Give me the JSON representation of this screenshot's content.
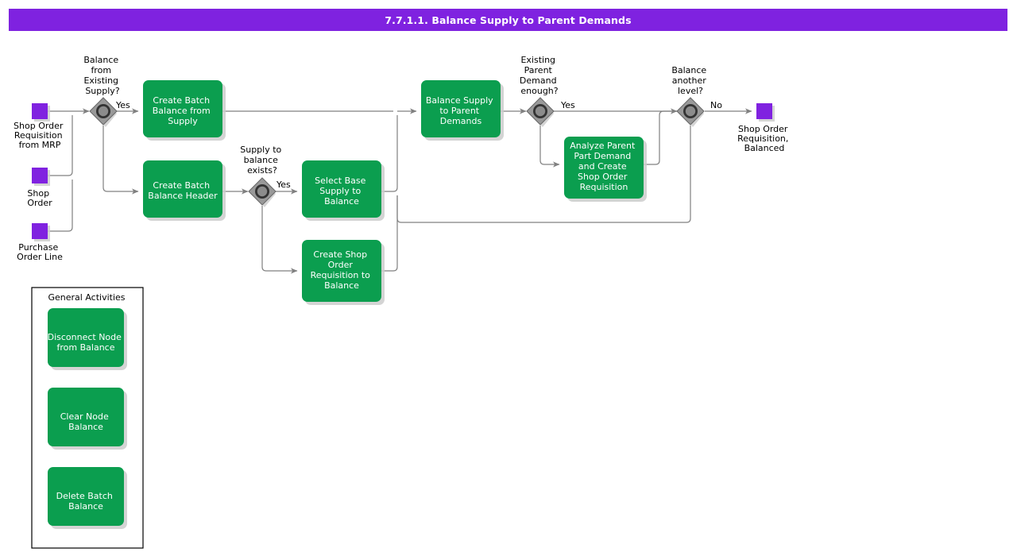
{
  "title": "7.7.1.1. Balance Supply to Parent Demands",
  "theme": {
    "title_bar_color": "#7f22e0",
    "process_color": "#0b9e4f",
    "start_node_color": "#8022e0",
    "connector_color": "#808080",
    "decision_color": "#999999",
    "text_on_process": "#ffffff",
    "label_color": "#000000"
  },
  "start_nodes": [
    {
      "id": "shop-order-requisition-from-mrp",
      "label": [
        "Shop Order",
        "Requisition",
        "from MRP"
      ]
    },
    {
      "id": "shop-order",
      "label": [
        "Shop",
        "Order"
      ]
    },
    {
      "id": "purchase-order-line",
      "label": [
        "Purchase",
        "Order Line"
      ]
    }
  ],
  "end_nodes": [
    {
      "id": "shop-order-requisition-balanced",
      "label": [
        "Shop Order",
        "Requisition,",
        "Balanced"
      ]
    }
  ],
  "decisions": [
    {
      "id": "balance-from-existing-supply",
      "label": [
        "Balance",
        "from",
        "Existing",
        "Supply?"
      ],
      "branch_label": "Yes"
    },
    {
      "id": "supply-to-balance-exists",
      "label": [
        "Supply to",
        "balance",
        "exists?"
      ],
      "branch_label": "Yes"
    },
    {
      "id": "existing-parent-demand-enough",
      "label": [
        "Existing",
        "Parent",
        "Demand",
        "enough?"
      ],
      "branch_label": "Yes"
    },
    {
      "id": "balance-another-level",
      "label": [
        "Balance",
        "another",
        "level?"
      ],
      "branch_label": "No"
    }
  ],
  "processes": [
    {
      "id": "create-batch-balance-from-supply",
      "label": [
        "Create Batch",
        "Balance from",
        "Supply"
      ]
    },
    {
      "id": "create-batch-balance-header",
      "label": [
        "Create Batch",
        "Balance Header"
      ]
    },
    {
      "id": "select-base-supply-to-balance",
      "label": [
        "Select Base",
        "Supply to",
        "Balance"
      ]
    },
    {
      "id": "create-shop-order-requisition-to-balance",
      "label": [
        "Create Shop",
        "Order",
        "Requisition to",
        "Balance"
      ]
    },
    {
      "id": "balance-supply-to-parent-demands",
      "label": [
        "Balance Supply",
        "to Parent",
        "Demands"
      ]
    },
    {
      "id": "analyze-parent-part-demand-and-create-shop-order-requisition",
      "label": [
        "Analyze Parent",
        "Part Demand",
        "and Create",
        "Shop Order",
        "Requisition"
      ]
    }
  ],
  "legend": {
    "title": "General Activities",
    "items": [
      {
        "id": "disconnect-node-from-balance",
        "label": [
          "Disconnect Node",
          "from Balance"
        ]
      },
      {
        "id": "clear-node-balance",
        "label": [
          "Clear Node",
          "Balance"
        ]
      },
      {
        "id": "delete-batch-balance",
        "label": [
          "Delete Batch",
          "Balance"
        ]
      }
    ]
  }
}
